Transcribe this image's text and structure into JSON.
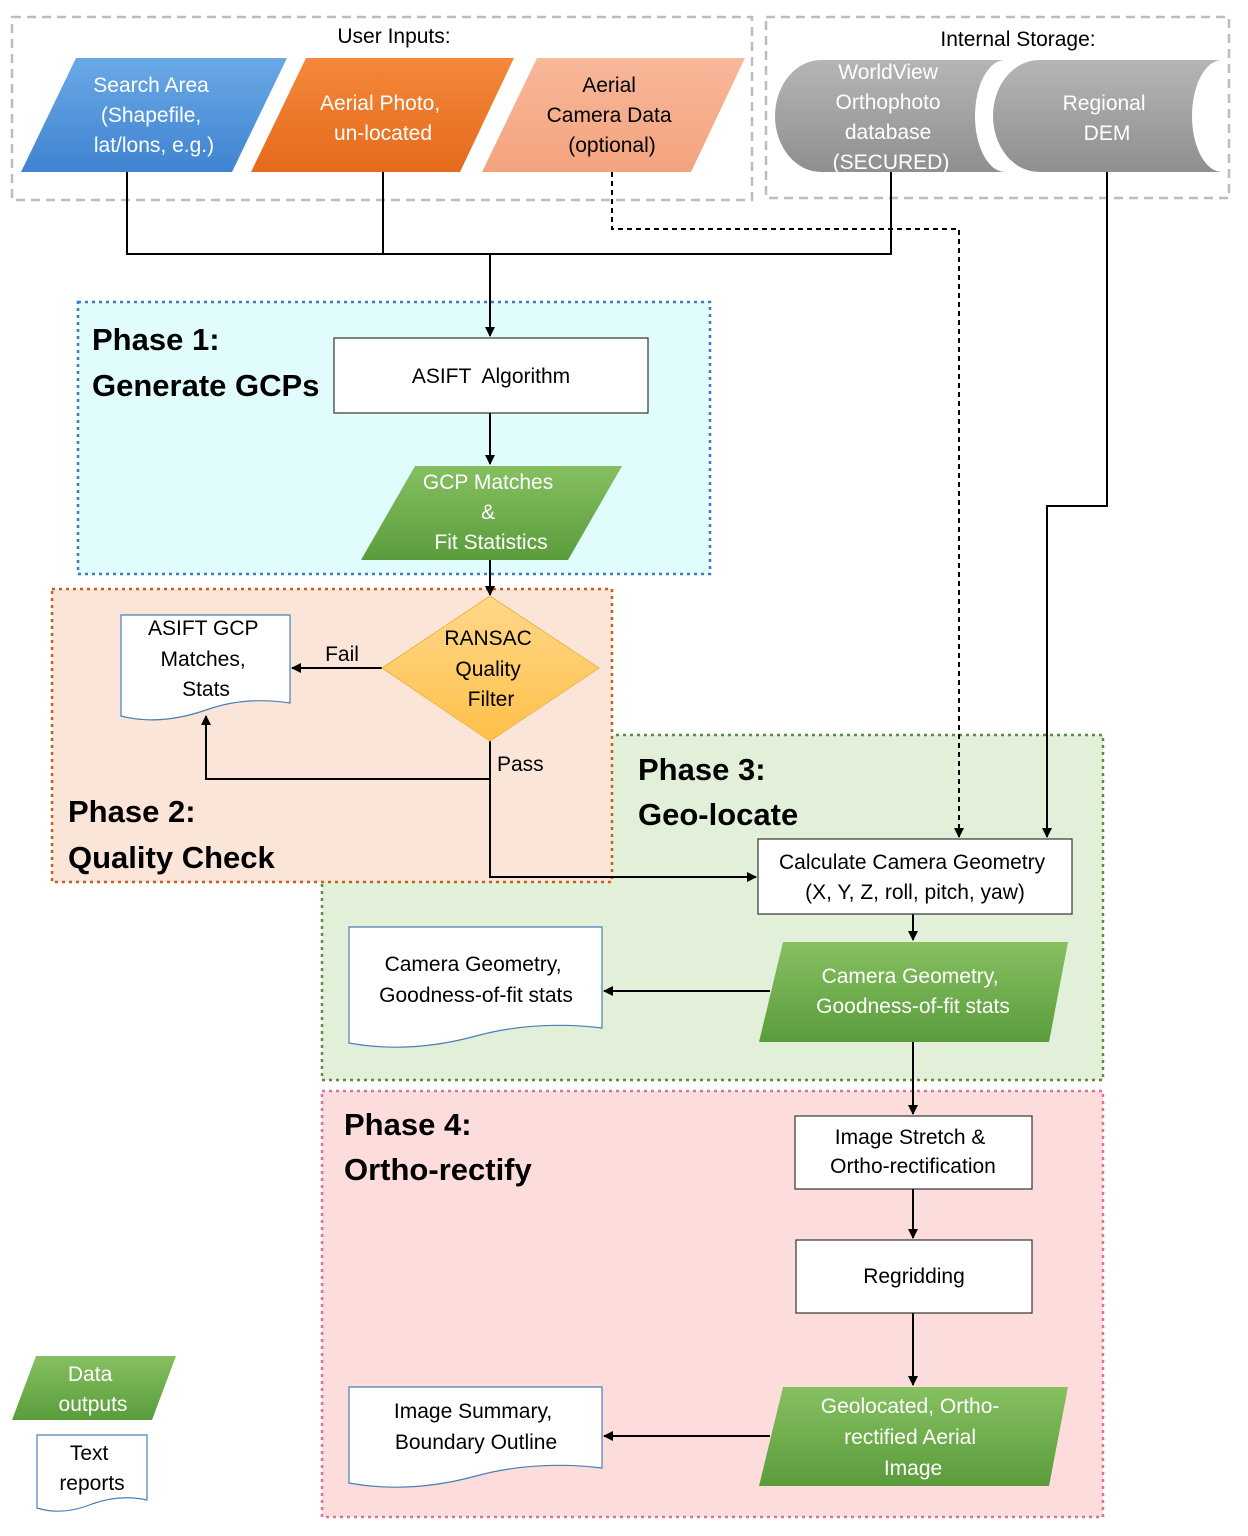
{
  "groups": {
    "user_inputs": "User Inputs:",
    "internal_storage": "Internal Storage:"
  },
  "inputs": {
    "search_area": [
      "Search Area",
      "(Shapefile,",
      "lat/lons, e.g.)"
    ],
    "aerial_photo": [
      "Aerial Photo,",
      "un-located"
    ],
    "camera_data": [
      "Aerial",
      "Camera Data",
      "(optional)"
    ]
  },
  "storage": {
    "worldview": [
      "WorldView",
      "Orthophoto",
      "database",
      "(SECURED)"
    ],
    "dem": [
      "Regional",
      "DEM"
    ]
  },
  "phases": {
    "p1": [
      "Phase 1:",
      "Generate GCPs"
    ],
    "p2": [
      "Phase 2:",
      "Quality Check"
    ],
    "p3": [
      "Phase 3:",
      "Geo-locate"
    ],
    "p4": [
      "Phase 4:",
      "Ortho-rectify"
    ]
  },
  "nodes": {
    "asift": "ASIFT  Algorithm",
    "gcp_matches": [
      "GCP Matches",
      "&",
      "Fit Statistics"
    ],
    "asift_report": [
      "ASIFT GCP",
      "Matches,",
      "Stats"
    ],
    "ransac": [
      "RANSAC",
      "Quality",
      "Filter"
    ],
    "calc_camera": [
      "Calculate Camera Geometry",
      "(X, Y, Z, roll, pitch, yaw)"
    ],
    "camera_output": [
      "Camera Geometry,",
      "Goodness-of-fit stats"
    ],
    "camera_report": [
      "Camera Geometry,",
      "Goodness-of-fit stats"
    ],
    "stretch": [
      "Image Stretch &",
      "Ortho-rectification"
    ],
    "regrid": "Regridding",
    "geolocated": [
      "Geolocated, Ortho-",
      "rectified Aerial",
      "Image"
    ],
    "summary_report": [
      "Image Summary,",
      "Boundary Outline"
    ]
  },
  "edge_labels": {
    "fail": "Fail",
    "pass": "Pass"
  },
  "legend": {
    "data_outputs": [
      "Data",
      "outputs"
    ],
    "text_reports": [
      "Text",
      "reports"
    ]
  },
  "colors": {
    "search_area": "#4a8fd8",
    "aerial_photo": "#ed7627",
    "camera_data": "#f6ab8a",
    "storage": "#9e9e9e",
    "data_output": "#6aa84f",
    "decision": "#ffc95a",
    "phase1_bg": "#e1fcfc",
    "phase1_border": "#3d7bbf",
    "phase2_bg": "#fae5d8",
    "phase2_border": "#c5611f",
    "phase3_bg": "#e2efd9",
    "phase3_border": "#5e8c3a",
    "phase4_bg": "#fddcdc",
    "phase4_border": "#e0709a"
  }
}
